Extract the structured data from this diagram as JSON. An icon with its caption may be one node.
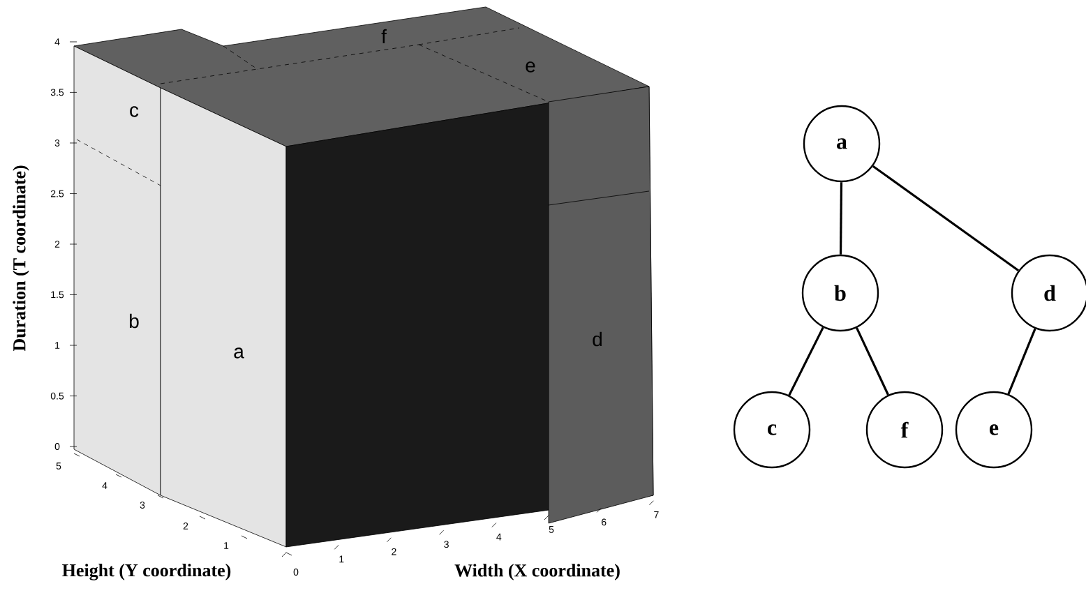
{
  "diagram": {
    "nodes": [
      {
        "text": [
          "a"
        ]
      },
      {
        "text": [
          "b"
        ]
      },
      {
        "text": [
          "d"
        ]
      },
      {
        "text": [
          "c"
        ]
      },
      {
        "text": [
          "f"
        ]
      },
      {
        "text": [
          "e"
        ]
      }
    ],
    "edges": [
      {
        "from": 0,
        "to": 1,
        "arrow": "none"
      },
      {
        "from": 0,
        "to": 2,
        "arrow": "none"
      },
      {
        "from": 1,
        "to": 3,
        "arrow": "none"
      },
      {
        "from": 1,
        "to": 4,
        "arrow": "none"
      },
      {
        "from": 2,
        "to": 5,
        "arrow": "none"
      }
    ],
    "labels": [
      "Duration (T coordinate)",
      "4",
      "3.5",
      "3",
      "2.5",
      "2",
      "1.5",
      "1",
      "0.5",
      "0",
      "f",
      "e",
      "c",
      "b",
      "a",
      "d",
      "5",
      "4",
      "3",
      "2",
      "1",
      "0",
      "1",
      "2",
      "3",
      "4",
      "5",
      "6",
      "7",
      "Height (Y coordinate)",
      "Width (X coordinate)"
    ]
  }
}
